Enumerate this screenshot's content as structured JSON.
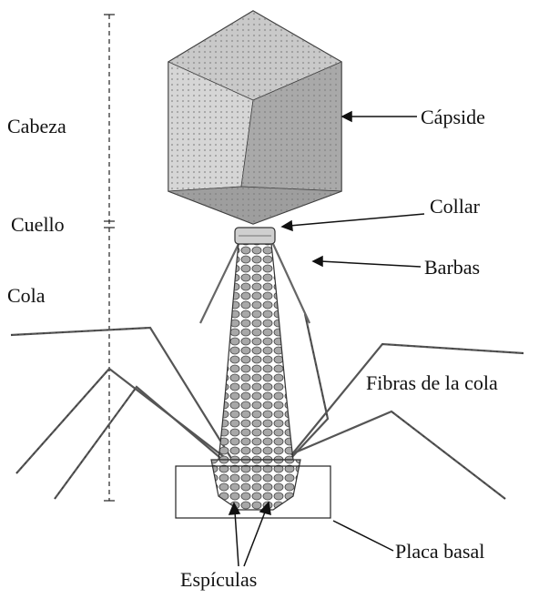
{
  "labels": {
    "cabeza": "Cabeza",
    "cuello": "Cuello",
    "cola": "Cola",
    "capside": "Cápside",
    "collar": "Collar",
    "barbas": "Barbas",
    "fibras": "Fibras de la cola",
    "placa": "Placa basal",
    "espiculas": "Espículas"
  },
  "colors": {
    "ink": "#111111",
    "capsid_fill": "#b9b9b9",
    "capsid_light": "#d6d6d6",
    "tail": "#8f8f8f",
    "fiber": "#555555"
  }
}
